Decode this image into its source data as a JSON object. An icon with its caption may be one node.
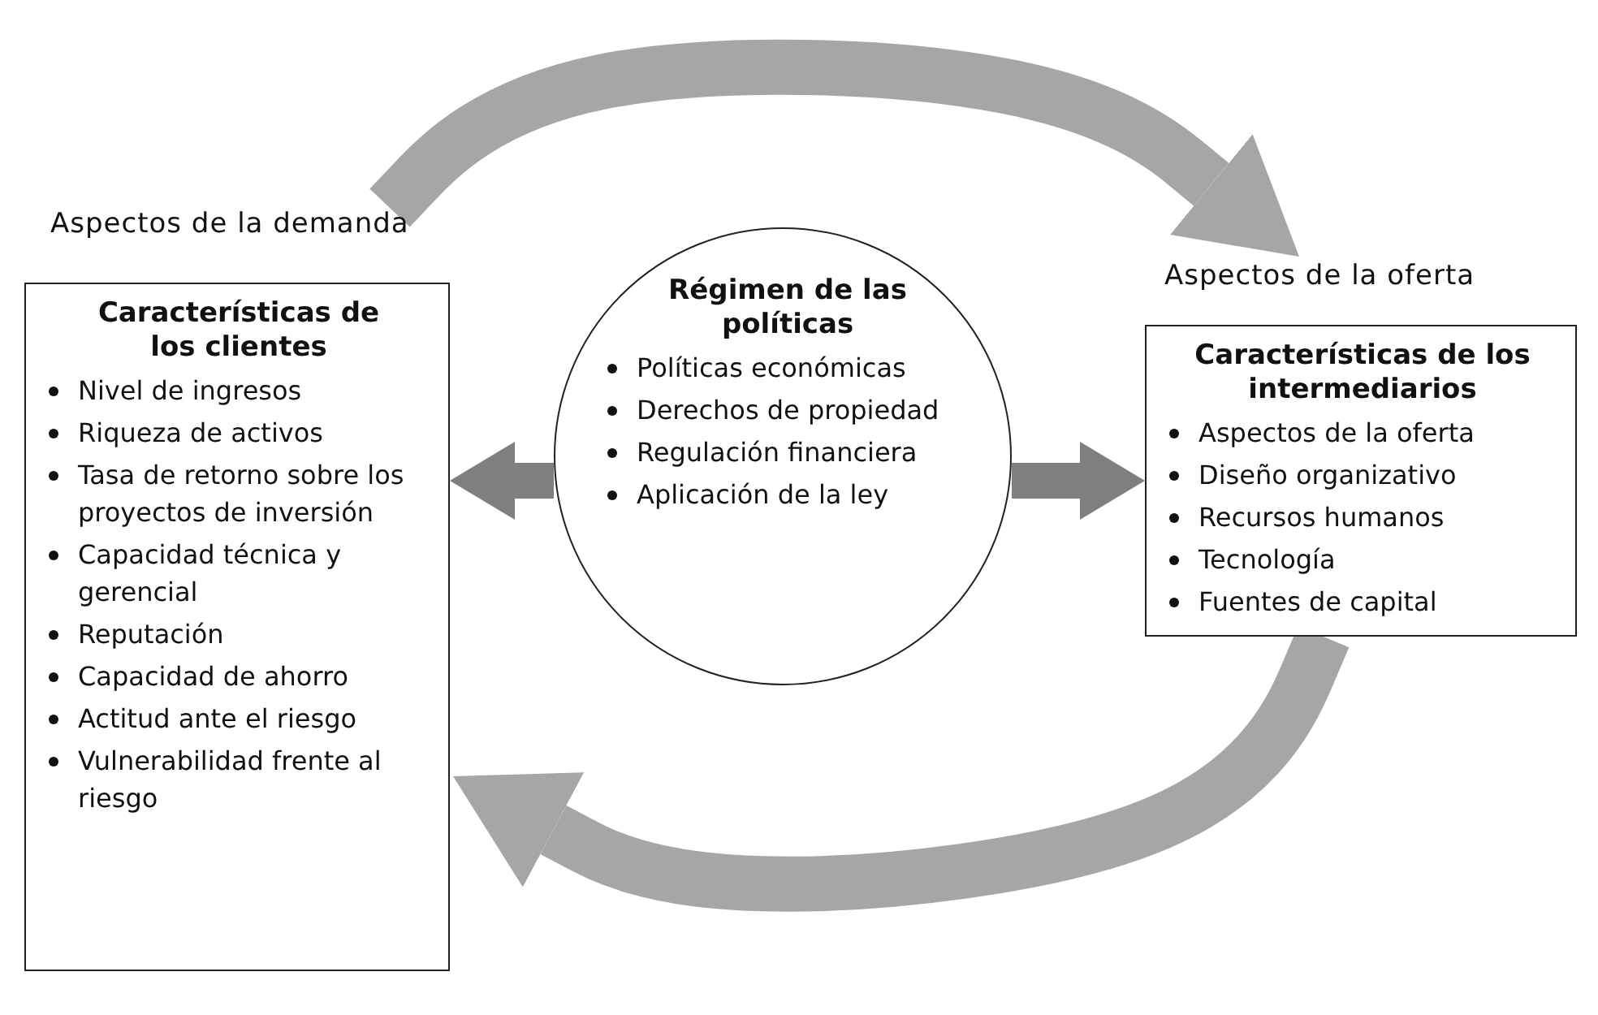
{
  "diagram": {
    "nodes": [
      {
        "text": [
          "Aspectos de la demanda",
          "Características de los clientes",
          "Nivel de ingresos",
          "Riqueza de activos",
          "Tasa de retorno sobre los proyectos de inversión",
          "Capacidad técnica y gerencial",
          "Reputación",
          "Capacidad de ahorro",
          "Actitud ante el riesgo",
          "Vulnerabilidad frente al riesgo"
        ]
      },
      {
        "text": [
          "Régimen de las políticas",
          "Políticas económicas",
          "Derechos de propiedad",
          "Regulación financiera",
          "Aplicación de la ley"
        ]
      },
      {
        "text": [
          "Aspectos de la oferta",
          "Características de los intermediarios",
          "Aspectos de la oferta",
          "Diseño organizativo",
          "Recursos humanos",
          "Tecnología",
          "Fuentes de capital"
        ]
      }
    ],
    "edges": [
      {
        "from": 0,
        "to": 2,
        "arrow": "to",
        "color": "#a6a6a6"
      },
      {
        "from": 2,
        "to": 0,
        "arrow": "to",
        "color": "#a6a6a6"
      },
      {
        "from": 1,
        "to": 0,
        "arrow": "to",
        "color": "#7f7f7f"
      },
      {
        "from": 1,
        "to": 2,
        "arrow": "to",
        "color": "#7f7f7f"
      }
    ]
  }
}
